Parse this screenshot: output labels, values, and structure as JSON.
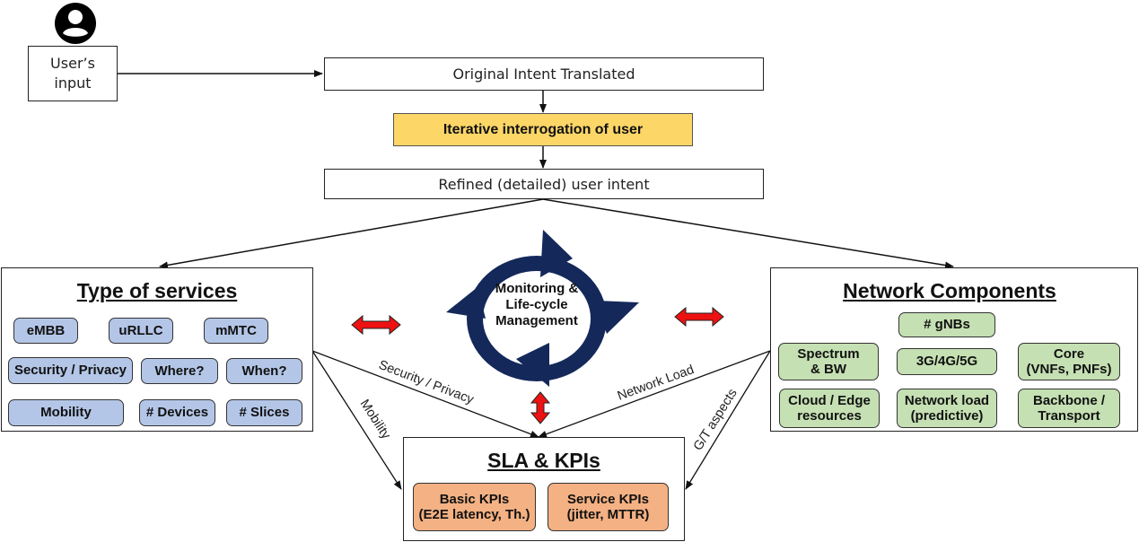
{
  "user": {
    "icon": "user-icon",
    "input_label": "User’s\ninput"
  },
  "flow": {
    "original_intent": "Original Intent Translated",
    "interrogation": "Iterative interrogation of user",
    "refined_intent": "Refined (detailed) user intent"
  },
  "services": {
    "title": "Type of services",
    "items": [
      "eMBB",
      "uRLLC",
      "mMTC",
      "Security / Privacy",
      "Where?",
      "When?",
      "Mobility",
      "# Devices",
      "# Slices"
    ]
  },
  "network": {
    "title": "Network Components",
    "items": [
      "# gNBs",
      "Spectrum\n& BW",
      "3G/4G/5G",
      "Core\n(VNFs, PNFs)",
      "Cloud  / Edge\nresources",
      "Network load\n(predictive)",
      "Backbone /\nTransport"
    ]
  },
  "lifecycle": {
    "label": "Monitoring &\nLife-cycle\nManagement",
    "icon": "cycle-arrows-icon"
  },
  "sla": {
    "title": "SLA & KPIs",
    "items": [
      "Basic KPIs\n(E2E latency, Th.)",
      "Service KPIs\n(jitter, MTTR)"
    ]
  },
  "edges": {
    "security_privacy": "Security / Privacy",
    "mobility": "Mobility",
    "network_load": "Network Load",
    "gt_aspects": "G/T aspects"
  },
  "colors": {
    "highlight": "#fcd667",
    "services_chip": "#b4c6e7",
    "network_chip": "#c5e0b3",
    "kpi_chip": "#f4b183",
    "cycle": "#14285a",
    "bidirectional_arrow": "#ee1111"
  }
}
